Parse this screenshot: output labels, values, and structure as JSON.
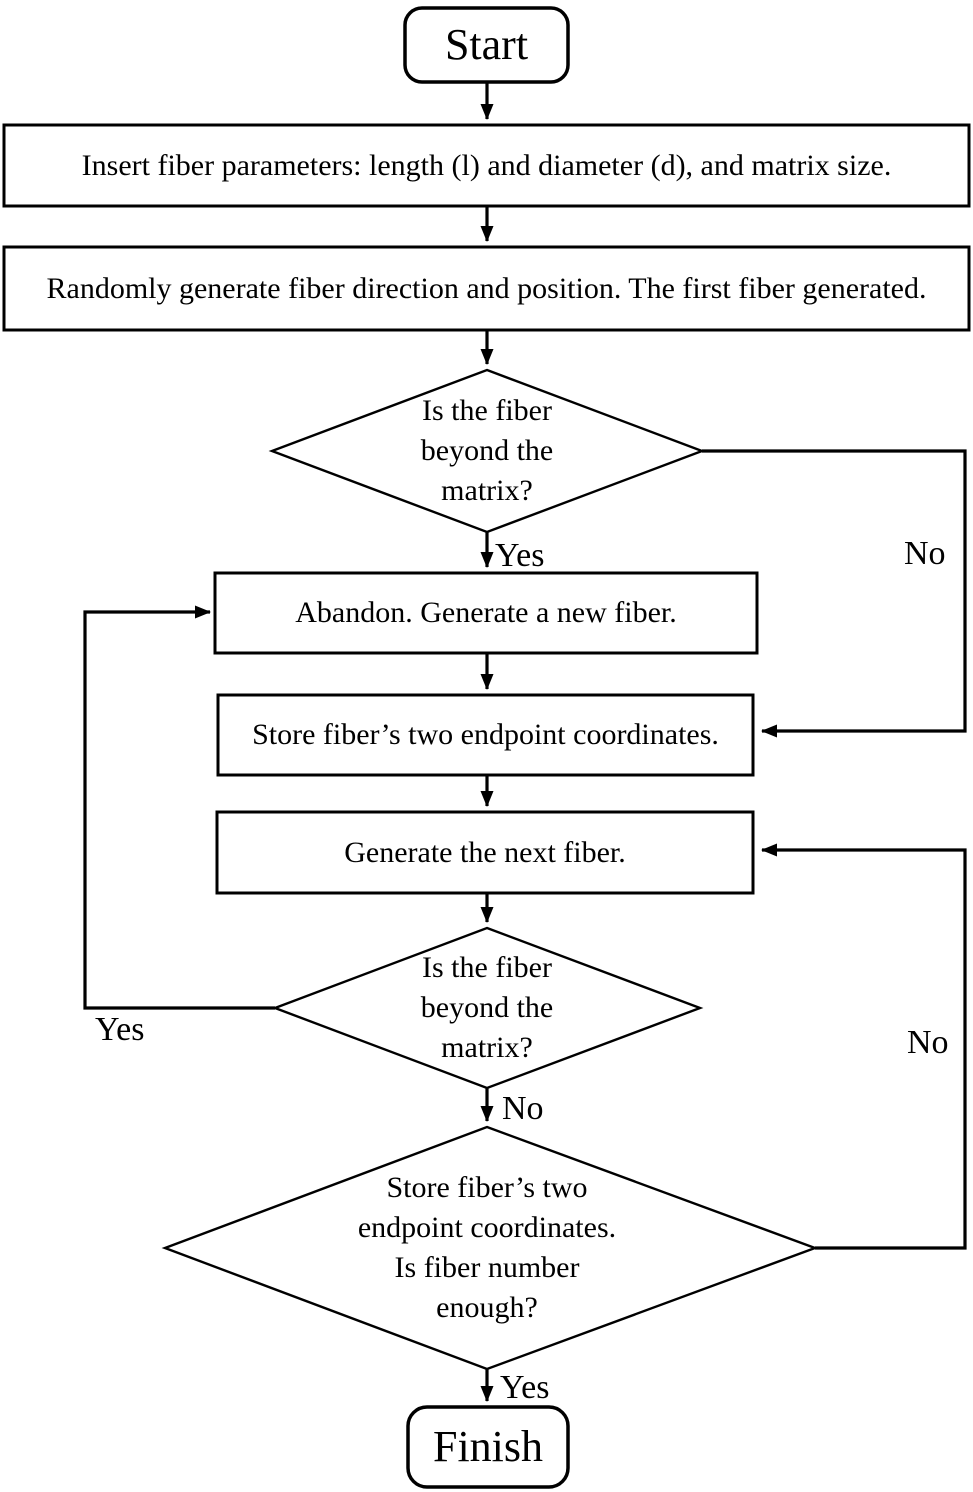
{
  "colors": {
    "background": "#ffffff",
    "stroke": "#000000",
    "text": "#000000"
  },
  "nodes": {
    "start": {
      "type": "terminator",
      "label": "Start"
    },
    "insert_params": {
      "type": "process",
      "label": "Insert fiber parameters: length (l) and diameter (d), and matrix size."
    },
    "random_generate": {
      "type": "process",
      "label": "Randomly generate fiber direction and position. The first fiber generated."
    },
    "decision_beyond_1": {
      "type": "decision",
      "label": "Is the fiber beyond the matrix?",
      "lines": [
        "Is the fiber",
        "beyond the",
        "matrix?"
      ]
    },
    "abandon": {
      "type": "process",
      "label": "Abandon. Generate a new fiber."
    },
    "store_endpoints": {
      "type": "process",
      "label": "Store fiber’s two endpoint coordinates."
    },
    "generate_next": {
      "type": "process",
      "label": "Generate the next fiber."
    },
    "decision_beyond_2": {
      "type": "decision",
      "label": "Is the fiber beyond the matrix?",
      "lines": [
        "Is the fiber",
        "beyond the",
        "matrix?"
      ]
    },
    "decision_store_enough": {
      "type": "decision",
      "label": "Store fiber’s two endpoint coordinates. Is fiber number enough?",
      "lines": [
        "Store fiber’s two",
        "endpoint coordinates.",
        "Is fiber number",
        "enough?"
      ]
    },
    "finish": {
      "type": "terminator",
      "label": "Finish"
    }
  },
  "edge_labels": {
    "decision1_yes": "Yes",
    "decision1_no": "No",
    "decision2_yes": "Yes",
    "decision2_no": "No",
    "decision3_no": "No",
    "decision3_yes": "Yes"
  }
}
